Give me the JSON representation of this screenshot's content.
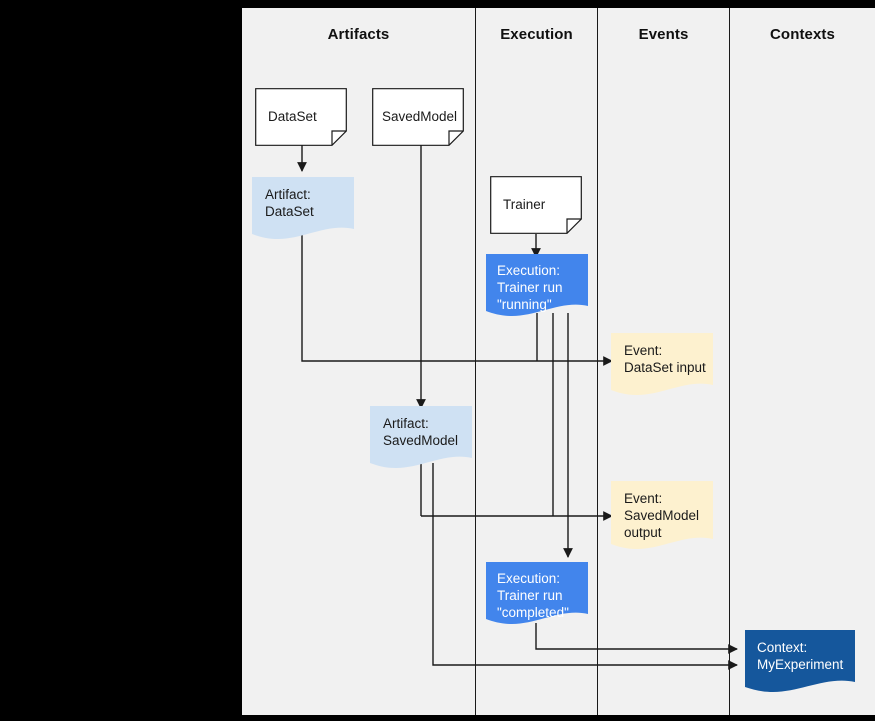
{
  "canvas": {
    "background": "#f1f1f1",
    "page_background": "#000000",
    "line_color": "#1a1a1a"
  },
  "columns": [
    {
      "id": "artifacts",
      "label": "Artifacts"
    },
    {
      "id": "execution",
      "label": "Execution"
    },
    {
      "id": "events",
      "label": "Events"
    },
    {
      "id": "contexts",
      "label": "Contexts"
    }
  ],
  "nodes": {
    "dataset_doc": {
      "label": "DataSet",
      "shape": "document",
      "fill": "#ffffff",
      "stroke": "#1a1a1a",
      "text_color": "#1a1a1a"
    },
    "savedmodel_doc": {
      "label": "SavedModel",
      "shape": "document",
      "fill": "#ffffff",
      "stroke": "#1a1a1a",
      "text_color": "#1a1a1a"
    },
    "trainer_doc": {
      "label": "Trainer",
      "shape": "document",
      "fill": "#ffffff",
      "stroke": "#1a1a1a",
      "text_color": "#1a1a1a"
    },
    "artifact_dataset": {
      "label": "Artifact:\nDataSet",
      "shape": "note",
      "fill": "#cfe1f3",
      "stroke": "#cfe1f3",
      "text_color": "#1a1a1a"
    },
    "artifact_savedmodel": {
      "label": "Artifact:\nSavedModel",
      "shape": "note",
      "fill": "#cfe1f3",
      "stroke": "#cfe1f3",
      "text_color": "#1a1a1a"
    },
    "execution_running": {
      "label": "Execution:\nTrainer run\n\"running\"",
      "shape": "note",
      "fill": "#4285ec",
      "stroke": "#4285ec",
      "text_color": "#ffffff"
    },
    "execution_completed": {
      "label": "Execution:\nTrainer run\n\"completed\"",
      "shape": "note",
      "fill": "#4285ec",
      "stroke": "#4285ec",
      "text_color": "#ffffff"
    },
    "event_dataset_input": {
      "label": "Event:\nDataSet input",
      "shape": "note",
      "fill": "#fdf1cf",
      "stroke": "#fdf1cf",
      "text_color": "#1a1a1a"
    },
    "event_savedmodel_output": {
      "label": "Event:\nSavedModel\noutput",
      "shape": "note",
      "fill": "#fdf1cf",
      "stroke": "#fdf1cf",
      "text_color": "#1a1a1a"
    },
    "context_myexperiment": {
      "label": "Context:\nMyExperiment",
      "shape": "note",
      "fill": "#15579c",
      "stroke": "#15579c",
      "text_color": "#ffffff"
    }
  }
}
